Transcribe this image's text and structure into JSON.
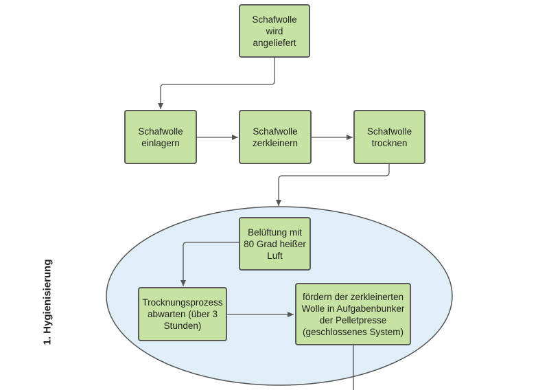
{
  "diagram": {
    "side_label": "1. Hygienisierung",
    "nodes": {
      "angeliefert": "Schafwolle\nwird\nangeliefert",
      "einlagern": "Schafwolle\neinlagern",
      "zerkleinern": "Schafwolle\nzerkleinern",
      "trocknen": "Schafwolle\ntrocknen",
      "belueftung": "Belüftung mit\n80 Grad heißer\nLuft",
      "trocknungsprozess": "Trocknungsprozess\nabwarten (über 3\nStunden)",
      "foerdern": "fördern der zerkleinerten\nWolle in Aufgabenbunker\nder Pelletpresse\n(geschlossenes System)"
    },
    "colors": {
      "node_fill": "#c7e3a4",
      "node_border": "#5a5a5a",
      "ellipse_fill": "#dfeef7",
      "ellipse_stroke": "#555555",
      "connector": "#555555"
    }
  }
}
